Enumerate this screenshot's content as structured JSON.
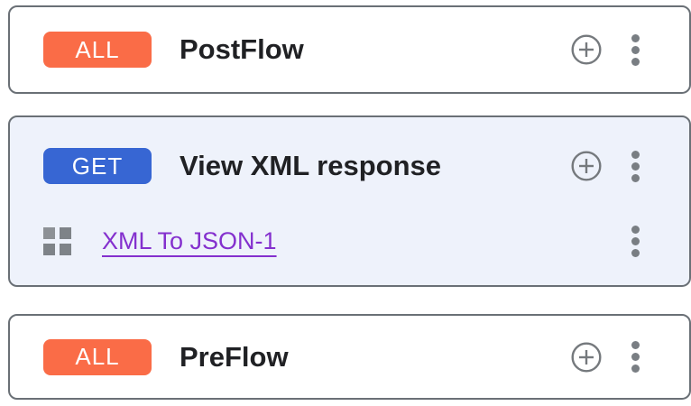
{
  "flows": [
    {
      "method": "ALL",
      "name": "PostFlow",
      "policies": []
    },
    {
      "method": "GET",
      "name": "View XML response",
      "policies": [
        {
          "name": "XML To JSON-1"
        }
      ]
    },
    {
      "method": "ALL",
      "name": "PreFlow",
      "policies": []
    }
  ],
  "icons": {
    "add": "circled-plus ⊕",
    "more": "vertical-ellipsis ⋮",
    "policy": "grid-of-squares ▦"
  },
  "colors": {
    "badge_all": "#fa6c47",
    "badge_get": "#3766d3",
    "selected_card_bg": "#eef2fb",
    "card_border": "#6a7076",
    "policy_link": "#8430ce",
    "title_text": "#202124",
    "icon_gray": "#797e83"
  }
}
